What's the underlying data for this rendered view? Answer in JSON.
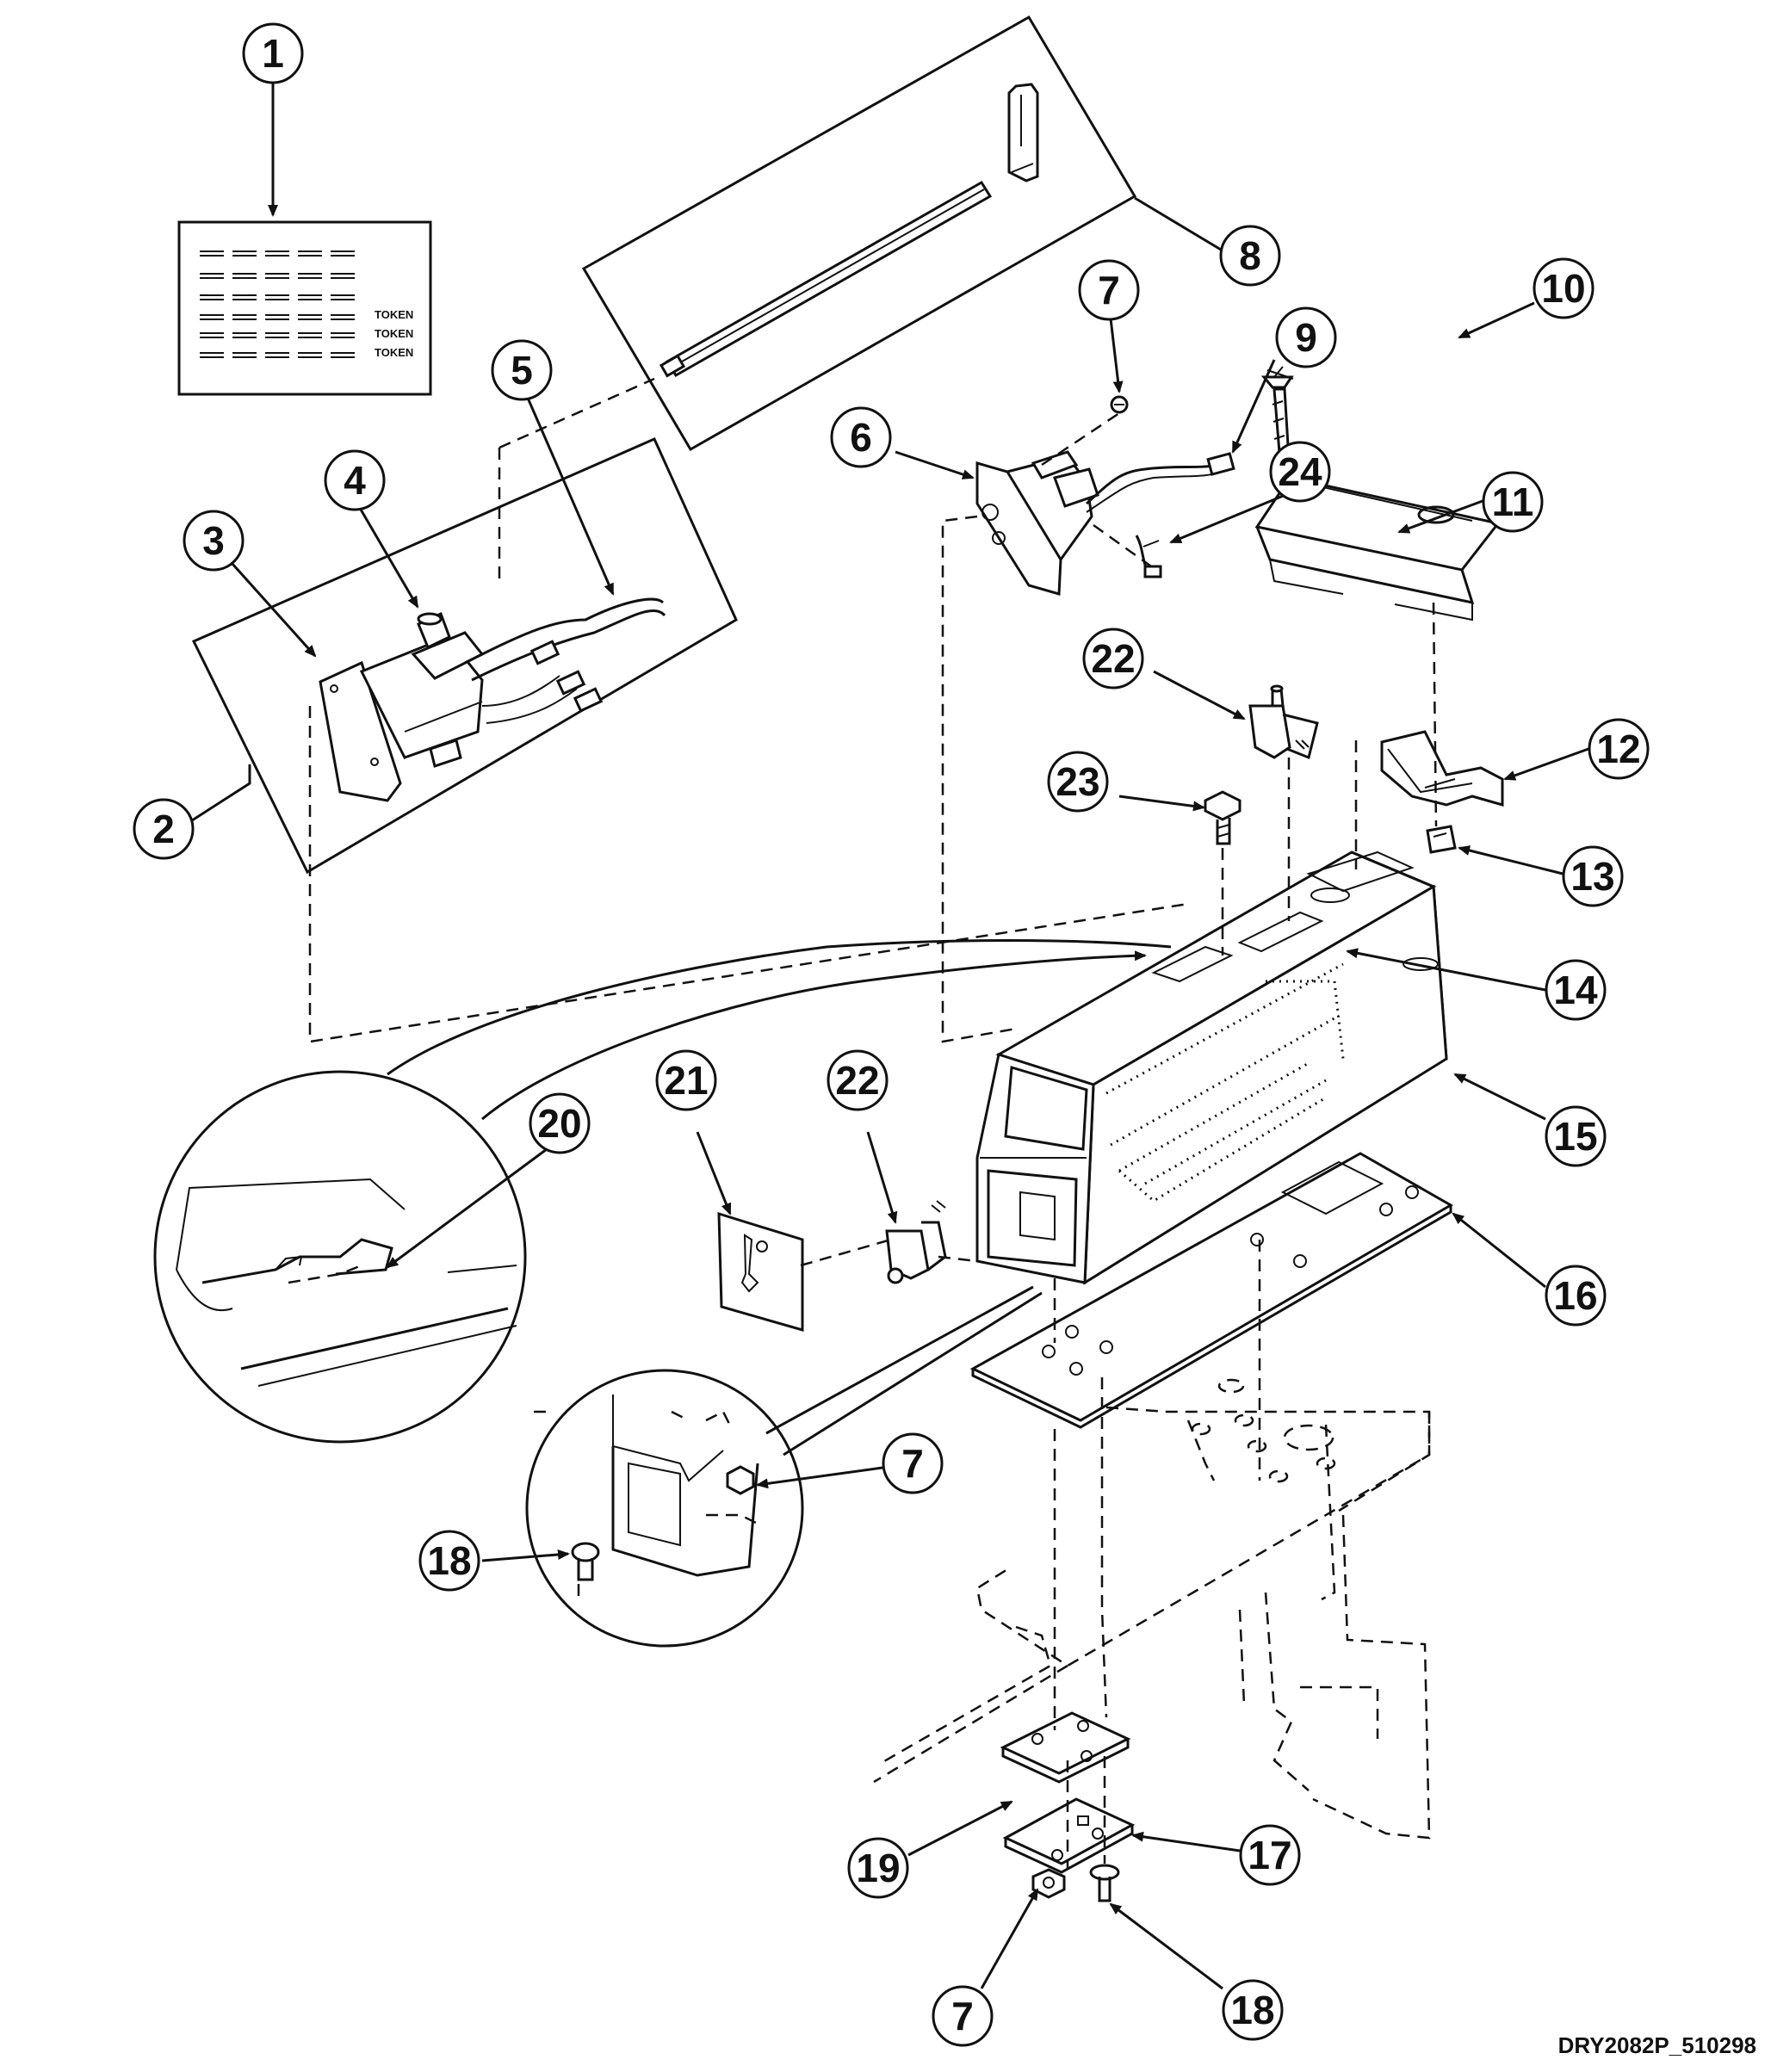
{
  "diagram": {
    "drawing_code": "DRY2082P_510298",
    "decal_tokens": [
      "TOKEN",
      "TOKEN",
      "TOKEN"
    ],
    "callouts": [
      {
        "id": "c1",
        "label": "1"
      },
      {
        "id": "c2",
        "label": "2"
      },
      {
        "id": "c3",
        "label": "3"
      },
      {
        "id": "c4",
        "label": "4"
      },
      {
        "id": "c5",
        "label": "5"
      },
      {
        "id": "c6",
        "label": "6"
      },
      {
        "id": "c7a",
        "label": "7"
      },
      {
        "id": "c8",
        "label": "8"
      },
      {
        "id": "c9",
        "label": "9"
      },
      {
        "id": "c10",
        "label": "10"
      },
      {
        "id": "c11",
        "label": "11"
      },
      {
        "id": "c12",
        "label": "12"
      },
      {
        "id": "c13",
        "label": "13"
      },
      {
        "id": "c14",
        "label": "14"
      },
      {
        "id": "c15",
        "label": "15"
      },
      {
        "id": "c16",
        "label": "16"
      },
      {
        "id": "c17",
        "label": "17"
      },
      {
        "id": "c18a",
        "label": "18"
      },
      {
        "id": "c18b",
        "label": "18"
      },
      {
        "id": "c19",
        "label": "19"
      },
      {
        "id": "c20",
        "label": "20"
      },
      {
        "id": "c21",
        "label": "21"
      },
      {
        "id": "c22a",
        "label": "22"
      },
      {
        "id": "c22b",
        "label": "22"
      },
      {
        "id": "c23",
        "label": "23"
      },
      {
        "id": "c24",
        "label": "24"
      },
      {
        "id": "c7b",
        "label": "7"
      },
      {
        "id": "c7c",
        "label": "7"
      }
    ]
  }
}
